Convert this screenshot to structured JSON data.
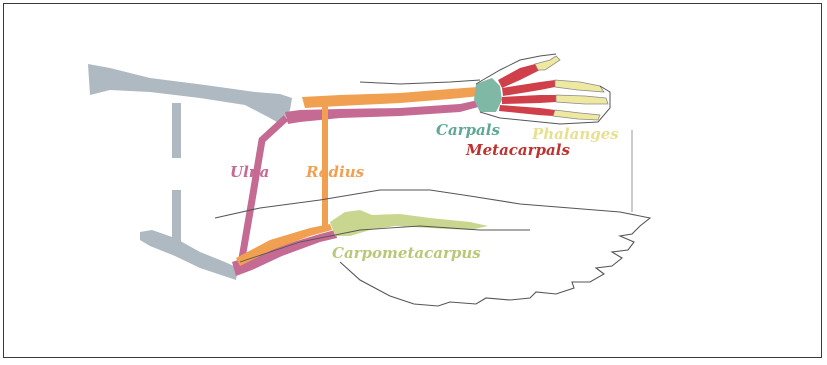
{
  "labels": {
    "ulna": "Ulna",
    "radius": "Radius",
    "carpals": "Carpals",
    "phalanges": "Phalanges",
    "metacarpals": "Metacarpals",
    "carpometacarpus": "Carpometacarpus"
  },
  "colors": {
    "humerus": "#aeb9c1",
    "ulna": "#c46a93",
    "radius": "#f0a050",
    "carpals": "#7fb8a4",
    "metacarpals": "#d0404a",
    "phalanges": "#efe8a0",
    "carpometacarpus": "#c8d690",
    "outline": "#555555",
    "frame": "#3a3a3a"
  }
}
